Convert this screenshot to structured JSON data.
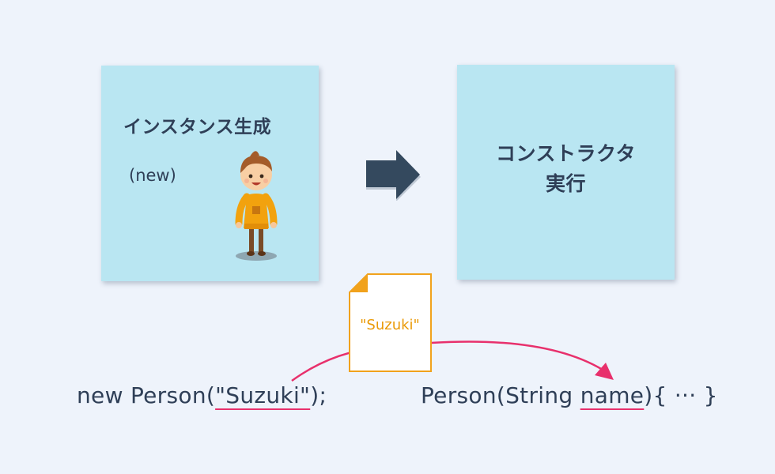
{
  "instantiate_card": {
    "title": "インスタンス生成",
    "subtitle": "(new)"
  },
  "constructor_card": {
    "title_line1": "コンストラクタ",
    "title_line2": "実行"
  },
  "argument_note": {
    "label": "\"Suzuki\""
  },
  "code_left": {
    "prefix": "new Person(",
    "argument": "\"Suzuki\"",
    "suffix": ");"
  },
  "code_right": {
    "prefix": "Person(String ",
    "parameter": "name",
    "suffix": "){ ··· }"
  },
  "colors": {
    "card": "#b9e6f2",
    "arrow": "#34495e",
    "curve": "#e8306c",
    "note_border": "#f1a21c",
    "note_text": "#ea9a07"
  },
  "icons": {
    "process_arrow": "right-arrow-icon",
    "person": "boy-character-icon",
    "note": "document-icon"
  }
}
